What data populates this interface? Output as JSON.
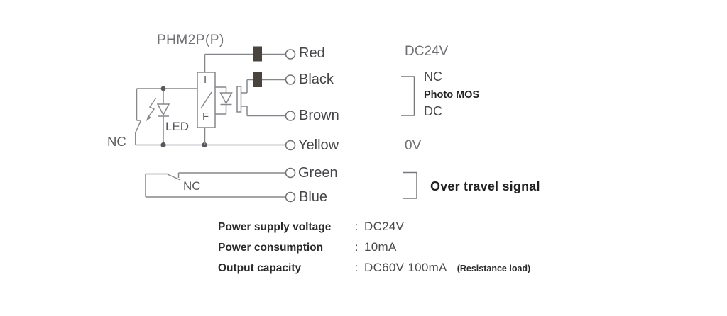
{
  "title": "PHM2P(P)",
  "circuit": {
    "nc_label": "NC",
    "led_label": "LED",
    "if_top": "I",
    "if_bottom": "F",
    "switch_nc_label": "NC"
  },
  "wires": [
    {
      "label": "Red"
    },
    {
      "label": "Black"
    },
    {
      "label": "Brown"
    },
    {
      "label": "Yellow"
    },
    {
      "label": "Green"
    },
    {
      "label": "Blue"
    }
  ],
  "annotations": {
    "supply": "DC24V",
    "output_nc": "NC",
    "output_type": "Photo MOS",
    "output_dc": "DC",
    "ground": "0V",
    "over_travel": "Over travel signal"
  },
  "specs": {
    "rows": [
      {
        "label": "Power supply voltage",
        "colon": ":",
        "value": "DC24V",
        "note": ""
      },
      {
        "label": "Power consumption",
        "colon": ":",
        "value": "10mA",
        "note": ""
      },
      {
        "label": "Output capacity",
        "colon": ":",
        "value": "DC60V 100mA",
        "note": "(Resistance load)"
      }
    ]
  },
  "colors": {
    "line": "#85878a",
    "bead": "#4a443f",
    "dot": "#57585b",
    "text_dark": "#454548"
  }
}
